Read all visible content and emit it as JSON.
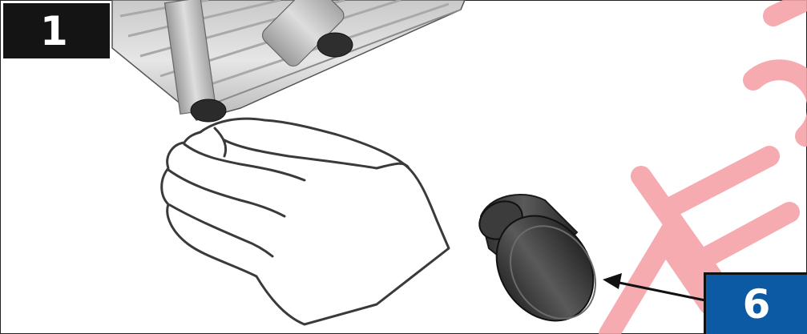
{
  "step": {
    "number": "1"
  },
  "part": {
    "number": "6"
  },
  "colors": {
    "step_badge": "#141414",
    "part_badge": "#0b5aa3",
    "watermark": "#f4a3a8"
  },
  "icons": {
    "illustration": "hand-holding-end-cap-illustration",
    "arrow": "arrow-left-icon"
  }
}
